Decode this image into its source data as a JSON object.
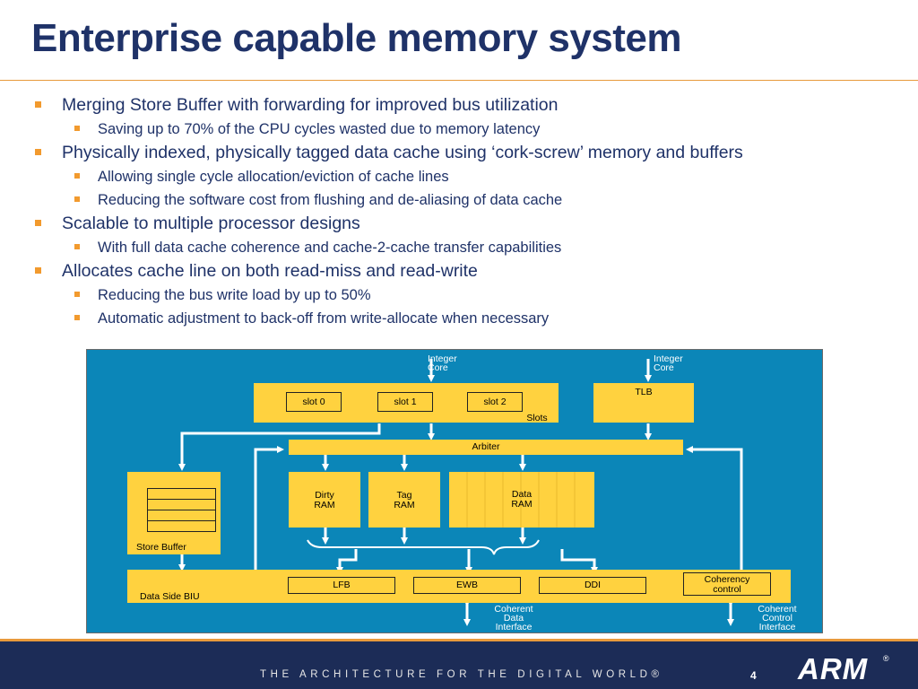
{
  "slide": {
    "title": "Enterprise capable memory system",
    "bullets": [
      {
        "text": "Merging Store Buffer with forwarding for improved bus utilization",
        "sub": [
          "Saving up to 70% of the CPU cycles wasted due to memory latency"
        ]
      },
      {
        "text": "Physically indexed, physically tagged data cache using ‘cork-screw’ memory and buffers",
        "sub": [
          "Allowing single cycle allocation/eviction of cache lines",
          "Reducing the software cost from flushing and de-aliasing of data cache"
        ]
      },
      {
        "text": "Scalable to multiple processor designs",
        "sub": [
          "With full data cache coherence and cache-2-cache transfer capabilities"
        ]
      },
      {
        "text": "Allocates cache line on both read-miss and read-write",
        "sub": [
          "Reducing the bus write load by up to 50%",
          "Automatic adjustment to back-off from write-allocate when necessary"
        ]
      }
    ]
  },
  "diagram": {
    "integer_core_1": "Integer\nCore",
    "integer_core_2": "Integer\nCore",
    "slot0": "slot 0",
    "slot1": "slot 1",
    "slot2": "slot 2",
    "slots": "Slots",
    "tlb": "TLB",
    "arbiter": "Arbiter",
    "dirty_ram": "Dirty\nRAM",
    "tag_ram": "Tag\nRAM",
    "data_ram": "Data\nRAM",
    "store_buffer": "Store Buffer",
    "data_side_biu": "Data Side BIU",
    "lfb": "LFB",
    "ewb": "EWB",
    "ddi": "DDI",
    "coherency_control": "Coherency\ncontrol",
    "coherent_data_interface": "Coherent\nData\nInterface",
    "coherent_control_interface": "Coherent\nControl\nInterface",
    "colors": {
      "background": "#0b86b8",
      "block": "#ffd23f",
      "arrow": "#ffffff"
    }
  },
  "footer": {
    "tagline": "THE ARCHITECTURE FOR THE DIGITAL WORLD®",
    "page_number": "4",
    "logo": "ARM",
    "logo_mark": "®"
  }
}
